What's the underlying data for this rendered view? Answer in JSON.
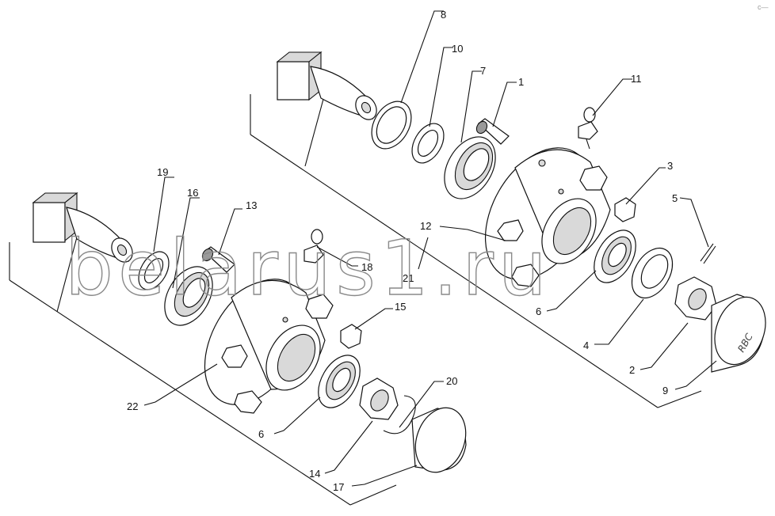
{
  "watermark": "belarus1.ru",
  "cap_text": "RBC",
  "corner_mark": "c—",
  "callouts": [
    {
      "id": "c8",
      "label": "8"
    },
    {
      "id": "c10",
      "label": "10"
    },
    {
      "id": "c7",
      "label": "7"
    },
    {
      "id": "c1",
      "label": "1"
    },
    {
      "id": "c11",
      "label": "11"
    },
    {
      "id": "c3",
      "label": "3"
    },
    {
      "id": "c5",
      "label": "5"
    },
    {
      "id": "c12",
      "label": "12"
    },
    {
      "id": "c21",
      "label": "21"
    },
    {
      "id": "c6a",
      "label": "6"
    },
    {
      "id": "c4",
      "label": "4"
    },
    {
      "id": "c2",
      "label": "2"
    },
    {
      "id": "c9",
      "label": "9"
    },
    {
      "id": "c19",
      "label": "19"
    },
    {
      "id": "c16",
      "label": "16"
    },
    {
      "id": "c13",
      "label": "13"
    },
    {
      "id": "c18",
      "label": "18"
    },
    {
      "id": "c15",
      "label": "15"
    },
    {
      "id": "c20",
      "label": "20"
    },
    {
      "id": "c22",
      "label": "22"
    },
    {
      "id": "c6b",
      "label": "6"
    },
    {
      "id": "c14",
      "label": "14"
    },
    {
      "id": "c17",
      "label": "17"
    }
  ]
}
